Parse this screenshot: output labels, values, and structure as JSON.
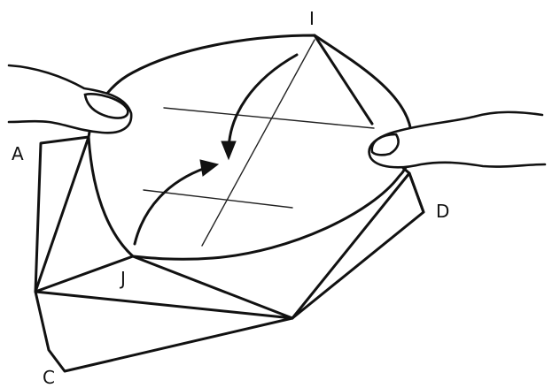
{
  "labels": {
    "top_corner": "I",
    "left_corner": "A",
    "lower_left_corner": "C",
    "right_corner": "D",
    "bottom_fold_point": "J"
  }
}
